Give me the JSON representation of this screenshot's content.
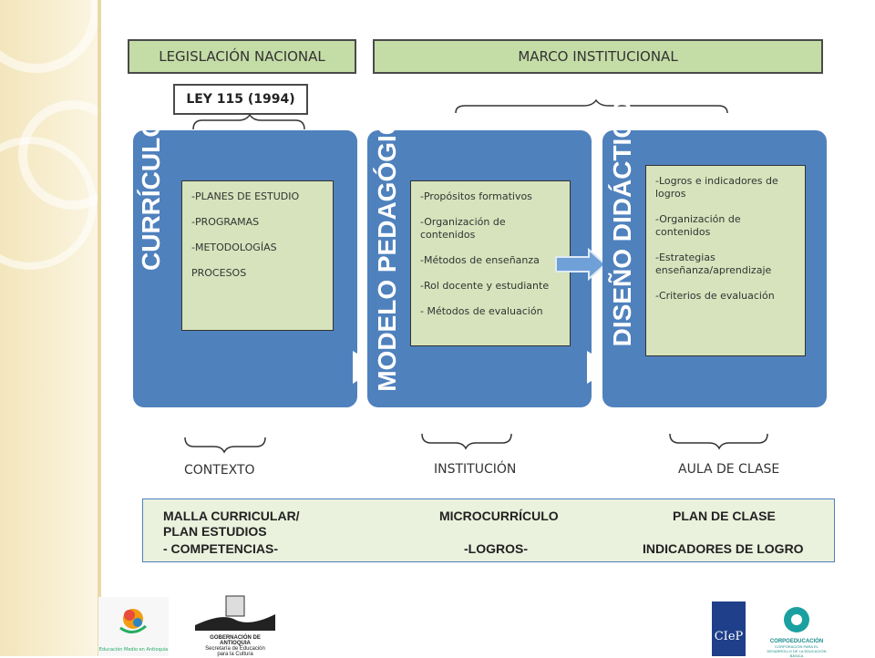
{
  "headers": {
    "legislacion": "LEGISLACIÓN  NACIONAL",
    "marco": "MARCO INSTITUCIONAL",
    "ley": "LEY 115 (1994)"
  },
  "blocks": [
    {
      "title": "CURRÍCULO",
      "items": [
        "-PLANES DE ESTUDIO",
        "-PROGRAMAS",
        "-METODOLOGÍAS",
        "PROCESOS"
      ]
    },
    {
      "title": "MODELO PEDAGÓGICO",
      "items": [
        "-Propósitos formativos",
        "-Organización de contenidos",
        "-Métodos de enseñanza",
        "-Rol docente y estudiante",
        "- Métodos de evaluación"
      ]
    },
    {
      "title": "DISEÑO DIDÁCTICO",
      "items": [
        "-Logros e indicadores de logros",
        "-Organización de contenidos",
        "-Estrategias enseñanza/aprendizaje",
        "-Criterios de evaluación"
      ]
    }
  ],
  "labels": {
    "contexto": "CONTEXTO",
    "institucion": "INSTITUCIÓN",
    "aula": "AULA DE CLASE"
  },
  "bottom": {
    "malla": "MALLA CURRICULAR/",
    "plan_estudios": "PLAN ESTUDIOS",
    "competencias": "- COMPETENCIAS-",
    "micro": "MICROCURRÍCULO",
    "logros": "-LOGROS-",
    "plan_clase": "PLAN DE CLASE",
    "indicadores": "INDICADORES DE LOGRO"
  },
  "logos": {
    "gobernacion_line1": "GOBERNACIÓN DE ANTIOQUIA",
    "gobernacion_line2": "Secretaría de Educación",
    "gobernacion_line3": "para la Cultura",
    "cep": "CIeP",
    "corpo_name": "CORPOEDUCACIÓN",
    "corpo_sub": "CORPORACIÓN PARA EL DESARROLLO DE LA EDUCACIÓN BÁSICA",
    "antioquia_sub": "Educación Medio en Antioquia"
  },
  "colors": {
    "header_green": "#c4dca6",
    "block_blue": "#4f81bd",
    "inner_green": "#d6e3bc"
  }
}
